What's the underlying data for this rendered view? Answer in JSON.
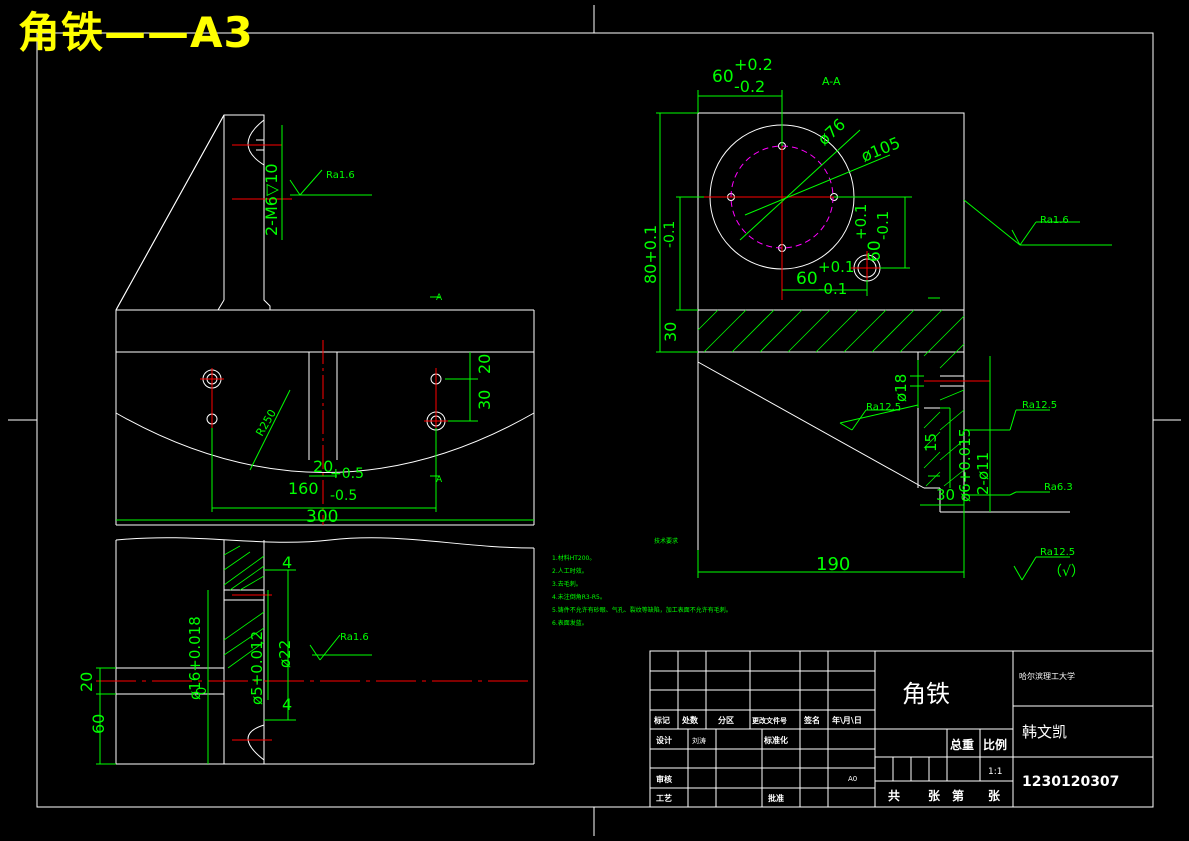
{
  "sheet_title": "角铁——A3",
  "colors": {
    "background": "#000000",
    "outline": "#ffffff",
    "dimension": "#00ff00",
    "centerline": "#ff0000",
    "circle_dash": "#ff00ff",
    "title": "#ffff00"
  },
  "front_view": {
    "section_marker_top": "A",
    "section_marker_bottom": "A",
    "dims": {
      "thread_holes": "2-M6▽10",
      "roughness": "Ra1.6",
      "radius": "R250",
      "d20": "20",
      "d30": "30",
      "d160": "160",
      "d160_tol": "+0.5",
      "d160_tol_low": "-0.5",
      "d20b": "20",
      "d300": "300"
    }
  },
  "bottom_view": {
    "dims": {
      "d4a": "4",
      "d4b": "4",
      "phi22": "ø22",
      "phi5": "ø5+0.012",
      "phi16": "ø16+0.018",
      "phi16_low": "0",
      "d20": "20",
      "d60": "60",
      "roughness": "Ra1.6"
    }
  },
  "section_view": {
    "label": "A-A",
    "dims": {
      "d60": "60",
      "d60_up": "+0.2",
      "d60_low": "-0.2",
      "phi76": "ø76",
      "phi105": "ø105",
      "d80": "80+0.1",
      "d80_low": "-0.1",
      "d30": "30",
      "d60b": "60",
      "d60b_up": "+0.1",
      "d60b_low": "-0.1",
      "d60c": "60",
      "d60c_up": "+0.1",
      "d60c_low": "-0.1",
      "phi18": "ø18",
      "d15": "15",
      "phi11": "2-ø11",
      "phi6": "ø6+0.015",
      "d30b": "30",
      "d190": "190",
      "ra16": "Ra1.6",
      "ra125a": "Ra12.5",
      "ra125b": "Ra12.5",
      "ra63": "Ra6.3",
      "ra125c": "Ra12.5",
      "ra_check": "（√）"
    }
  },
  "notes": {
    "heading": "技术要求",
    "items": [
      "1.材料HT200。",
      "2.人工时效。",
      "3.去毛刺。",
      "4.未注倒角R3-R5。",
      "5.铸件不允许有砂眼、气孔、裂纹等缺陷，加工表面不允许有毛刺。",
      "6.表面发蓝。"
    ]
  },
  "title_block": {
    "part_name": "角铁",
    "school": "哈尔滨理工大学",
    "designer_name": "韩文凯",
    "student_id": "1230120307",
    "total_weight": "总重",
    "scale_label": "比例",
    "scale_value": "1:1",
    "row_labels": [
      "标记",
      "处数",
      "分区",
      "更改文件号",
      "签名",
      "年\\月\\日"
    ],
    "design": "设计",
    "design_sign": "刘涛",
    "standardize": "标准化",
    "review": "审核",
    "process": "工艺",
    "approve": "批准",
    "sheet_code": "A0",
    "sheets": [
      "共",
      "张",
      "第",
      "张"
    ]
  }
}
